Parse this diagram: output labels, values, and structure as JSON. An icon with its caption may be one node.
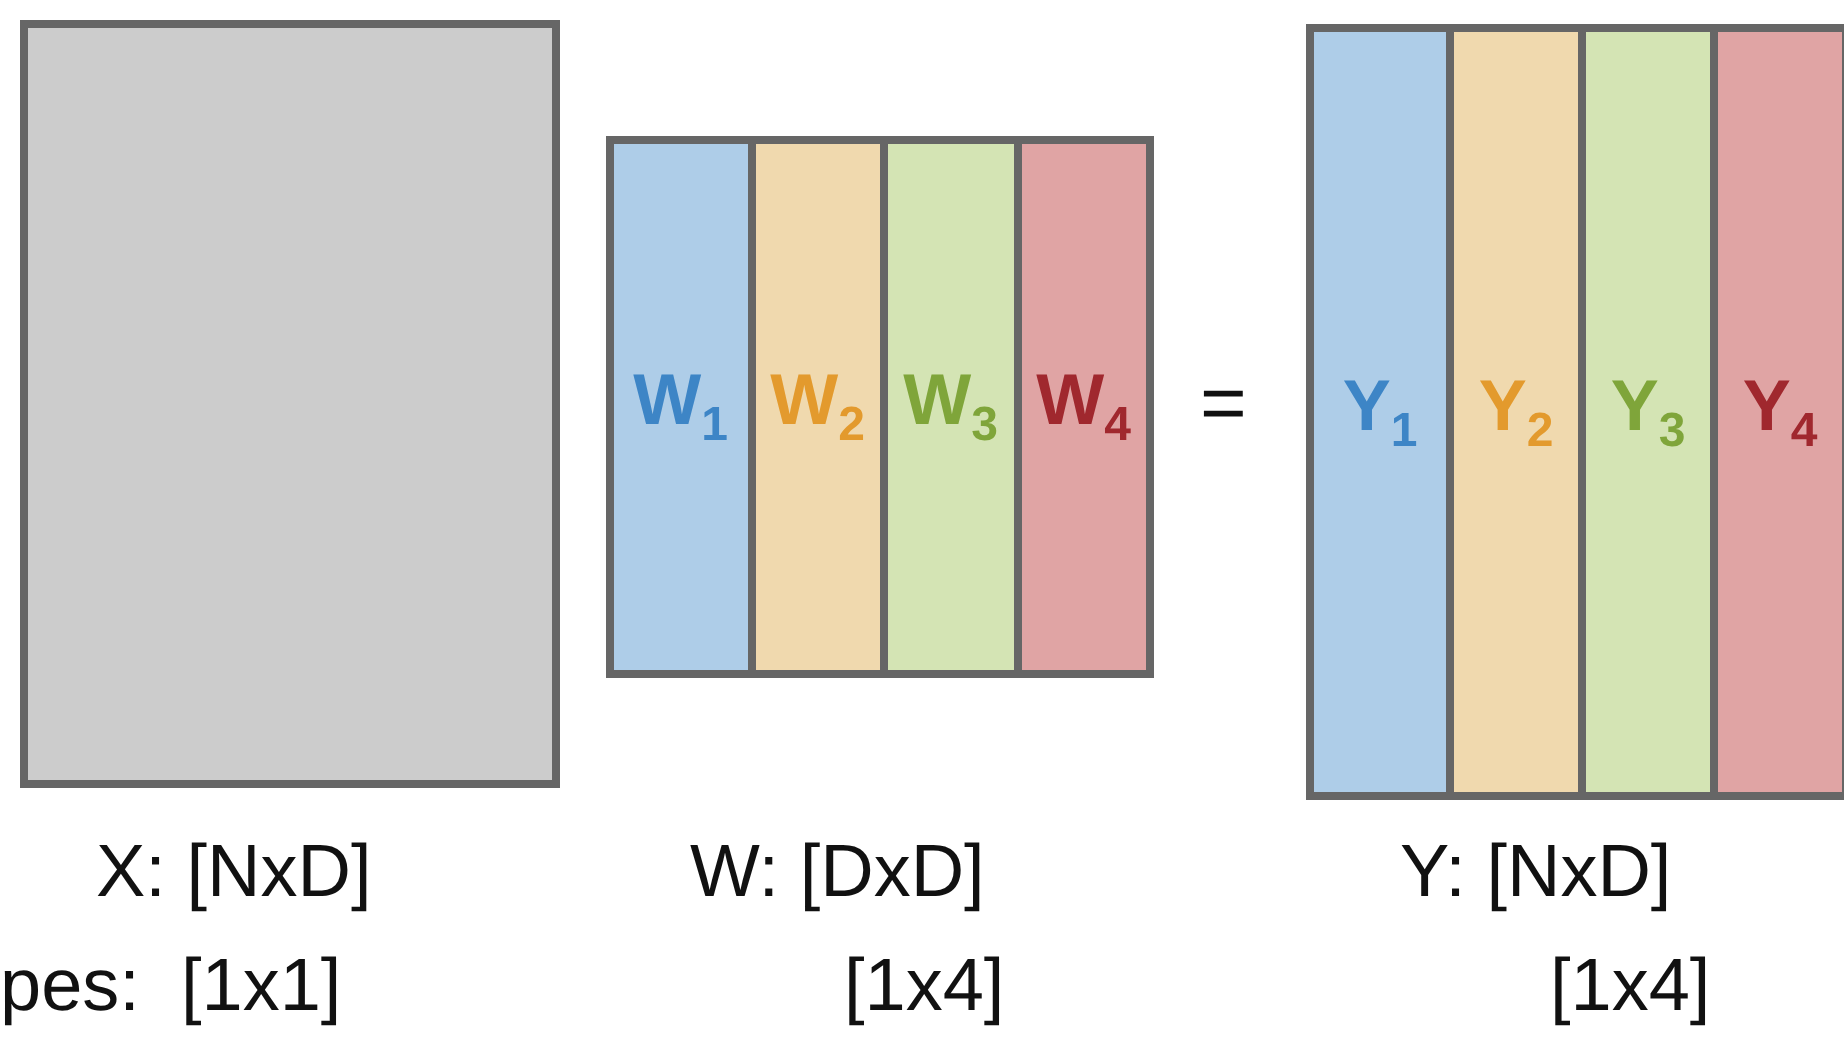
{
  "diagram": {
    "nodes": [
      {
        "text": [],
        "shape": "box",
        "beside": [
          "X: [NxD]",
          "pes:  [1x1]"
        ]
      },
      {
        "text": [],
        "shape": "box",
        "beside": [
          "W: [DxD]",
          "[1x4]"
        ]
      },
      {
        "text": [
          "W$_{1}$"
        ],
        "in": 1
      },
      {
        "text": [
          "W$_{2}$"
        ],
        "in": 1
      },
      {
        "text": [
          "W$_{3}$"
        ],
        "in": 1
      },
      {
        "text": [
          "W$_{4}$"
        ],
        "in": 1
      },
      {
        "text": [],
        "shape": "box",
        "beside": [
          "Y: [NxD]",
          "[1x4]"
        ]
      },
      {
        "text": [
          "Y$_{1}$"
        ],
        "in": 6
      },
      {
        "text": [
          "Y$_{2}$"
        ],
        "in": 6
      },
      {
        "text": [
          "Y$_{3}$"
        ],
        "in": 6
      },
      {
        "text": [
          "Y$_{4}$"
        ],
        "in": 6
      }
    ],
    "labels": [
      "="
    ]
  }
}
